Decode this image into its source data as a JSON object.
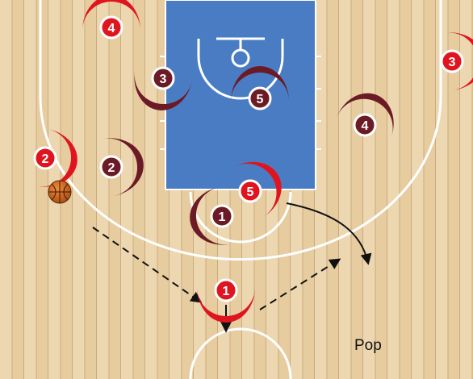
{
  "colors": {
    "offense": "#e0141e",
    "defense": "#6b1a26",
    "paint": "#4a7cc4",
    "lines": "#ffffff",
    "arrow": "#111111",
    "floor": "#e8cfa3"
  },
  "offense_players": [
    {
      "id": "offense-1",
      "number": "1"
    },
    {
      "id": "offense-2",
      "number": "2"
    },
    {
      "id": "offense-3",
      "number": "3"
    },
    {
      "id": "offense-4",
      "number": "4"
    },
    {
      "id": "offense-5",
      "number": "5"
    }
  ],
  "defense_players": [
    {
      "id": "defense-1",
      "number": "1"
    },
    {
      "id": "defense-2",
      "number": "2"
    },
    {
      "id": "defense-3",
      "number": "3"
    },
    {
      "id": "defense-4",
      "number": "4"
    },
    {
      "id": "defense-5",
      "number": "5"
    }
  ],
  "annotation": {
    "pop_label": "Pop"
  },
  "icons": {
    "ball": "basketball-icon"
  }
}
